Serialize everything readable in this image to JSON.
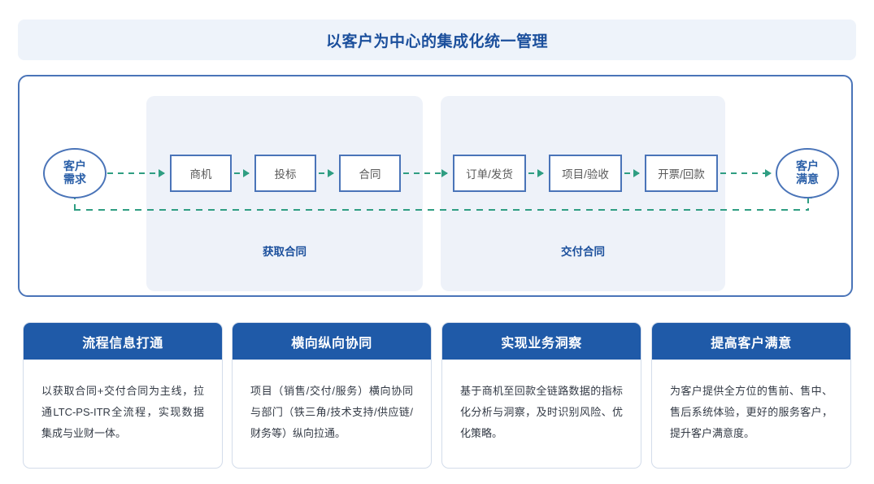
{
  "title": {
    "text": "以客户为中心的集成化统一管理"
  },
  "flow": {
    "start": {
      "line1": "客户",
      "line2": "需求"
    },
    "end": {
      "line1": "客户",
      "line2": "满意"
    },
    "groups": [
      {
        "label": "获取合同"
      },
      {
        "label": "交付合同"
      }
    ],
    "steps": [
      {
        "label": "商机"
      },
      {
        "label": "投标"
      },
      {
        "label": "合同"
      },
      {
        "label": "订单/发货"
      },
      {
        "label": "项目/验收"
      },
      {
        "label": "开票/回款"
      }
    ]
  },
  "cards": [
    {
      "header": "流程信息打通",
      "body": "以获取合同+交付合同为主线，拉通LTC-PS-ITR全流程，实现数据集成与业财一体。"
    },
    {
      "header": "横向纵向协同",
      "body": "项目（销售/交付/服务）横向协同与部门（铁三角/技术支持/供应链/财务等）纵向拉通。"
    },
    {
      "header": "实现业务洞察",
      "body": "基于商机至回款全链路数据的指标化分析与洞察，及时识别风险、优化策略。"
    },
    {
      "header": "提高客户满意",
      "body": "为客户提供全方位的售前、售中、售后系统体验，更好的服务客户，提升客户满意度。"
    }
  ],
  "colors": {
    "banner_bg": "#eef3fa",
    "title_blue": "#1b4f9c",
    "border_blue": "#4a74b8",
    "panel_bg": "#eef2f9",
    "arrow_green": "#2f9e82",
    "card_header_blue": "#1f5aa8"
  }
}
